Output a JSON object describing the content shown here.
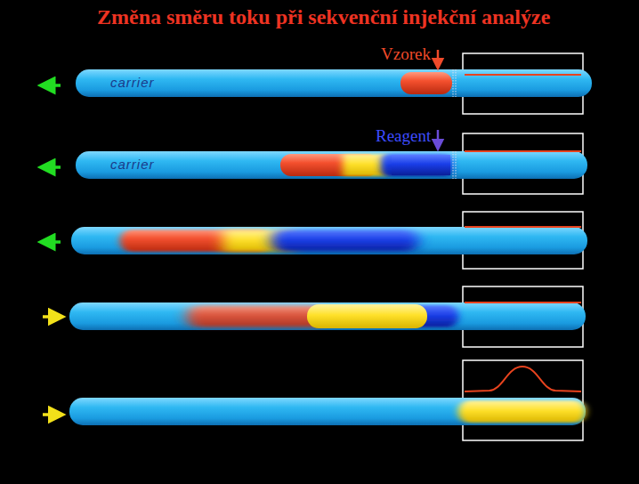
{
  "diagram": {
    "title": "Změna směru toku při sekvenční injekční analýze",
    "labels": [
      "Vzorek",
      "carrier",
      "Reagent",
      "carrier"
    ]
  }
}
